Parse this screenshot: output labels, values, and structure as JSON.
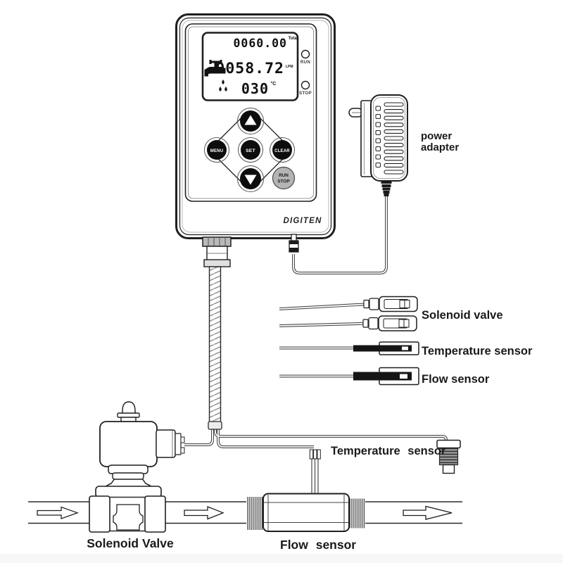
{
  "device": {
    "brand": "DIGITEN",
    "lcd": {
      "total_value": "0060.00",
      "total_unit": "Total",
      "flow_value": "0058.72",
      "flow_unit": "LPM",
      "temp_value": "030",
      "temp_unit": "°C"
    },
    "indicators": {
      "run": "RUN",
      "stop": "STOP"
    },
    "buttons": {
      "menu": "MENU",
      "set": "SET",
      "clear": "CLEAR",
      "runstop_line1": "RUN",
      "runstop_line2": "STOP"
    }
  },
  "callouts": {
    "power_adapter_line1": "power",
    "power_adapter_line2": "adapter",
    "solenoid_valve": "Solenoid valve",
    "temperature_sensor": "Temperature sensor",
    "flow_sensor": "Flow sensor"
  },
  "diagram_labels": {
    "temperature_sensor_inline": "Temperature sensor",
    "solenoid_valve_bottom": "Solenoid Valve",
    "flow_sensor_bottom": "Flow sensor"
  },
  "colors": {
    "line": "#1f1f1f",
    "button_fill": "#0d0d0d",
    "runstop_fill": "#b4b4b4",
    "background": "#ffffff"
  }
}
